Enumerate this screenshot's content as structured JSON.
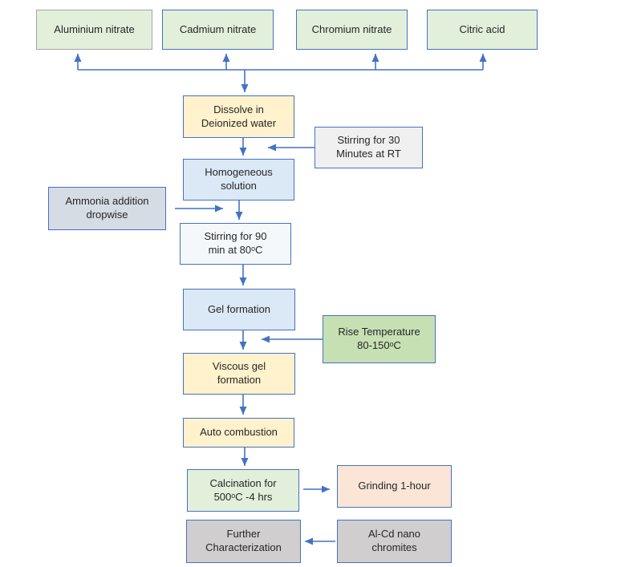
{
  "diagram_type": "flowchart",
  "colors": {
    "background": "#ffffff",
    "arrow_blue": "#4472c4",
    "border_blue": "#4472c4",
    "border_gray": "#a6a6a6",
    "fill_light_green": "#e2efda",
    "fill_yellow": "#fff2cc",
    "fill_light_blue": "#dbe8f5",
    "fill_blue_gray": "#d6dce4",
    "fill_light_gray": "#f0f0f0",
    "fill_near_white": "#f5f8fb",
    "fill_green": "#c6e0b4",
    "fill_peach": "#fbe5d6",
    "fill_gray": "#d0cece",
    "text": "#262626"
  },
  "nodes": {
    "aluminium_nitrate": {
      "label": "Aluminium nitrate",
      "fill": "#e2efda",
      "border": "#a6a6a6"
    },
    "cadmium_nitrate": {
      "label": "Cadmium nitrate",
      "fill": "#e2efda",
      "border": "#4472c4"
    },
    "chromium_nitrate": {
      "label": "Chromium nitrate",
      "fill": "#e2efda",
      "border": "#4472c4"
    },
    "citric_acid": {
      "label": "Citric acid",
      "fill": "#e2efda",
      "border": "#4472c4"
    },
    "dissolve": {
      "label": "Dissolve in\nDeionized water",
      "fill": "#fff2cc",
      "border": "#4472c4"
    },
    "stirring_30": {
      "label": "Stirring for 30\nMinutes at RT",
      "fill": "#f0f0f0",
      "border": "#4472c4"
    },
    "homogeneous": {
      "label": "Homogeneous\nsolution",
      "fill": "#dbe8f5",
      "border": "#4472c4"
    },
    "ammonia": {
      "label": "Ammonia addition\ndropwise",
      "fill": "#d6dce4",
      "border": "#4472c4"
    },
    "stirring_90": {
      "label": "Stirring for 90\nmin at 80ᵒC",
      "fill": "#f5f8fb",
      "border": "#4472c4"
    },
    "gel_formation": {
      "label": "Gel formation",
      "fill": "#dbe8f5",
      "border": "#4472c4"
    },
    "rise_temperature": {
      "label": "Rise Temperature\n80-150ᵒC",
      "fill": "#c6e0b4",
      "border": "#4472c4"
    },
    "viscous_gel": {
      "label": "Viscous gel\nformation",
      "fill": "#fff2cc",
      "border": "#4472c4"
    },
    "auto_combustion": {
      "label": "Auto combustion",
      "fill": "#fff2cc",
      "border": "#4472c4"
    },
    "calcination": {
      "label": "Calcination for\n500ᵒC -4 hrs",
      "fill": "#e2efda",
      "border": "#4472c4"
    },
    "grinding": {
      "label": "Grinding 1-hour",
      "fill": "#fbe5d6",
      "border": "#4472c4"
    },
    "further_characterization": {
      "label": "Further\nCharacterization",
      "fill": "#d0cece",
      "border": "#4472c4"
    },
    "al_cd_chromites": {
      "label": "Al-Cd nano\nchromites",
      "fill": "#d0cece",
      "border": "#4472c4"
    }
  },
  "edges": [
    {
      "from": "collector_line",
      "to": "aluminium_nitrate",
      "direction": "up"
    },
    {
      "from": "collector_line",
      "to": "cadmium_nitrate",
      "direction": "up"
    },
    {
      "from": "collector_line",
      "to": "chromium_nitrate",
      "direction": "up"
    },
    {
      "from": "collector_line",
      "to": "citric_acid",
      "direction": "up"
    },
    {
      "from": "collector_line",
      "to": "dissolve",
      "direction": "down"
    },
    {
      "from": "dissolve",
      "to": "homogeneous",
      "direction": "down"
    },
    {
      "from": "stirring_30",
      "to": "dissolve_homogeneous_connector",
      "direction": "left"
    },
    {
      "from": "homogeneous",
      "to": "stirring_90",
      "direction": "down"
    },
    {
      "from": "ammonia",
      "to": "homogeneous_stirring90_connector",
      "direction": "right"
    },
    {
      "from": "stirring_90",
      "to": "gel_formation",
      "direction": "down"
    },
    {
      "from": "gel_formation",
      "to": "viscous_gel",
      "direction": "down"
    },
    {
      "from": "rise_temperature",
      "to": "gel_viscous_connector",
      "direction": "left"
    },
    {
      "from": "viscous_gel",
      "to": "auto_combustion",
      "direction": "down"
    },
    {
      "from": "auto_combustion",
      "to": "calcination",
      "direction": "down"
    },
    {
      "from": "calcination",
      "to": "grinding",
      "direction": "right"
    },
    {
      "from": "al_cd_chromites",
      "to": "further_characterization",
      "direction": "left"
    }
  ]
}
